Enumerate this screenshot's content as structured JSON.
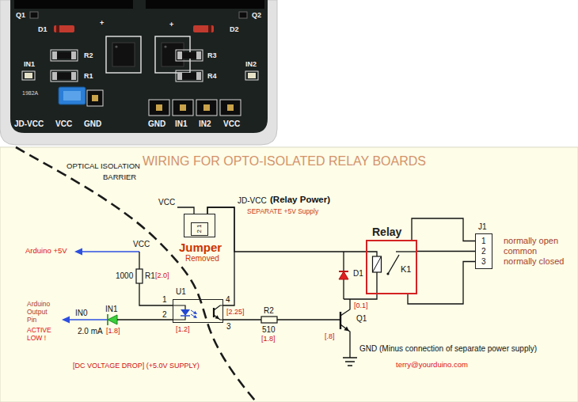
{
  "diagram": {
    "title": "WIRING FOR OPTO-ISOLATED RELAY BOARDS",
    "nodes": [
      {
        "text": [
          "2 1"
        ]
      },
      {
        "text": [
          "Relay",
          "K1"
        ]
      },
      {
        "text": [
          "J1",
          "1",
          "2",
          "3"
        ]
      },
      {
        "text": [
          "U1"
        ]
      }
    ],
    "edges": [
      {
        "from": 0,
        "to": 3,
        "arrow": "none"
      },
      {
        "from": 0,
        "to": 1,
        "arrow": "none"
      },
      {
        "from": 1,
        "to": 2,
        "arrow": "none"
      },
      {
        "from": 1,
        "to": 2,
        "arrow": "none"
      },
      {
        "from": 1,
        "to": 2,
        "arrow": "none"
      }
    ],
    "labels": [
      "Q1",
      "Q2",
      "D1",
      "+",
      "+",
      "D2",
      "R2",
      "R3",
      "IN1",
      "IN2",
      "R1",
      "R4",
      "1982A",
      "JD-VCC",
      "VCC",
      "GND",
      "GND",
      "IN1",
      "IN2",
      "VCC",
      "OPTICAL ISOLATION",
      "BARRIER",
      "VCC",
      "JD-VCC",
      "(Relay Power)",
      "SEPARATE +5V Supply",
      "Jumper",
      "Removed",
      "Arduino +5V",
      "VCC",
      "1000",
      "R1",
      "[2.0]",
      "1",
      "4",
      "[0.1]",
      "Q1",
      "IN1",
      "Arduino Output Pin",
      "ACTIVE LOW !",
      "IN0",
      "2",
      "[1.2]",
      "[2.25]",
      "3",
      "R2",
      "D1",
      "2.0 mA",
      "[1.8]",
      "510",
      "[1.8]",
      "[.8]",
      "GND (Minus connection of separate power supply)",
      "[DC VOLTAGE DROP] (+5.0V SUPPLY)",
      "terry@yourduino.com",
      "normally open",
      "common",
      "normally closed"
    ]
  }
}
